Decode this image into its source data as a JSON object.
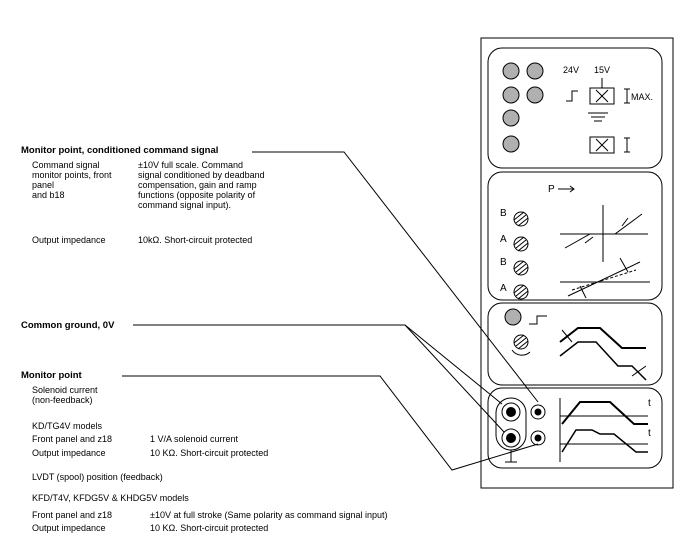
{
  "section1": {
    "heading": "Monitor point, conditioned command signal",
    "label_lines": [
      "Command signal",
      "monitor points, front",
      "panel",
      "and b18"
    ],
    "desc_lines": [
      "±10V full scale. Command",
      "signal conditioned by deadband",
      "compensation, gain and ramp",
      "functions (opposite polarity of",
      "command signal input)."
    ],
    "impedance_label": "Output impedance",
    "impedance_value": "10kΩ. Short-circuit protected"
  },
  "section2": {
    "heading": "Common ground, 0V"
  },
  "section3": {
    "heading": "Monitor point",
    "sub_lines": [
      "Solenoid current",
      "(non-feedback)"
    ],
    "kd_title": "KD/TG4V models",
    "kd_front_label": "Front panel and z18",
    "kd_front_value": "1 V/A solenoid current",
    "kd_imp_label": "Output impedance",
    "kd_imp_value": "10 KΩ. Short-circuit protected",
    "lvdt_title": "LVDT (spool) position (feedback)",
    "kfd_title": "KFD/T4V, KFDG5V & KHDG5V models",
    "kfd_front_label": "Front panel and z18",
    "kfd_front_value": "±10V at full stroke (Same polarity as command signal input)",
    "kfd_imp_label": "Output impedance",
    "kfd_imp_value": "10 KΩ. Short-circuit protected"
  },
  "panel": {
    "v24": "24V",
    "v15": "15V",
    "max": "MAX.",
    "p_label": "P",
    "b1": "B",
    "a1": "A",
    "b2": "B",
    "a2": "A",
    "t1": "t",
    "t2": "t"
  }
}
